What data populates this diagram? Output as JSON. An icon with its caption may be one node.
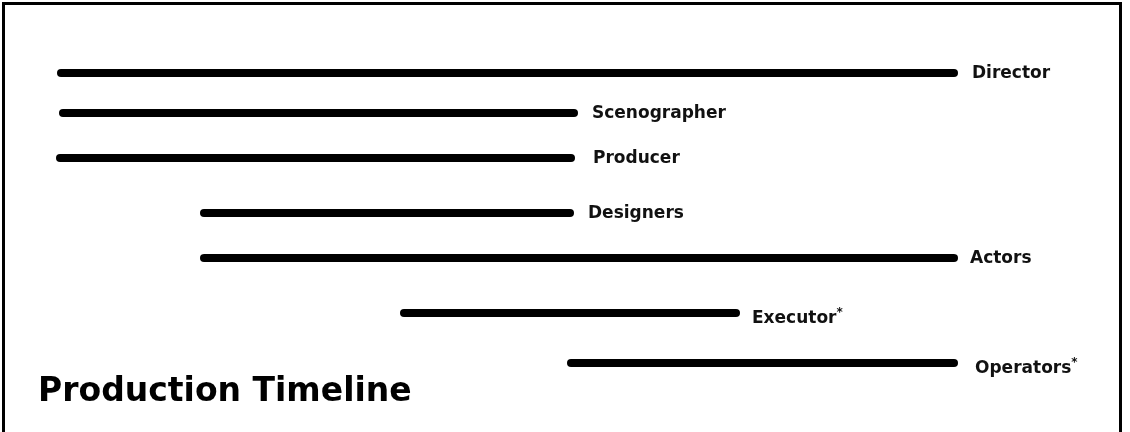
{
  "diagram": {
    "title": "Production Timeline",
    "nodes": [
      {
        "text": [],
        "shape": "bar",
        "beside": [
          "Director"
        ]
      },
      {
        "text": [],
        "shape": "bar",
        "beside": [
          "Scenographer"
        ]
      },
      {
        "text": [],
        "shape": "bar",
        "beside": [
          "Producer"
        ]
      },
      {
        "text": [],
        "shape": "bar",
        "beside": [
          "Designers"
        ]
      },
      {
        "text": [],
        "shape": "bar",
        "beside": [
          "Actors"
        ]
      },
      {
        "text": [],
        "shape": "bar",
        "beside": [
          "Executor$^{*}$"
        ]
      },
      {
        "text": [],
        "shape": "bar",
        "beside": [
          "Operators$^{*}$"
        ]
      }
    ],
    "edges": []
  }
}
